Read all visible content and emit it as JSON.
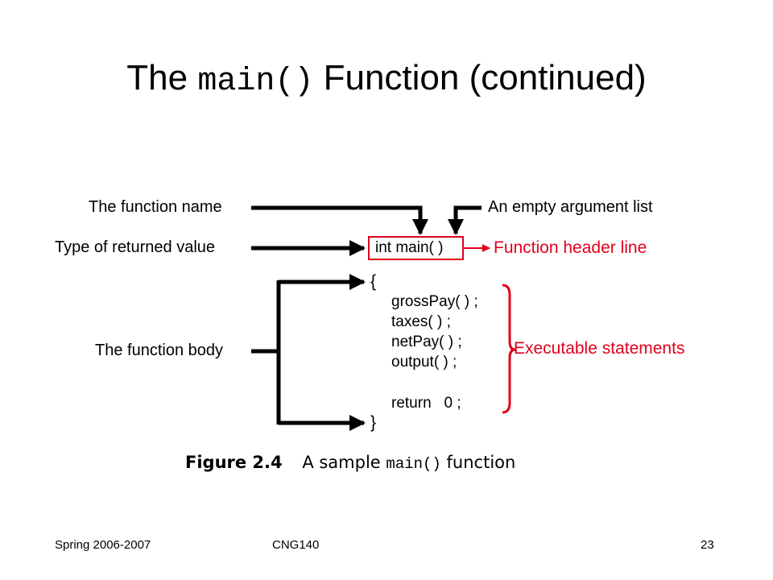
{
  "slide": {
    "title_pre": "The",
    "title_code": "main()",
    "title_post": "Function (continued)"
  },
  "diagram": {
    "labels": {
      "function_name": "The function name",
      "returned_type": "Type of returned value",
      "function_body": "The function body",
      "empty_args": "An empty argument list"
    },
    "code": {
      "header": "int main( )",
      "open_brace": "{",
      "lines": [
        "grossPay( ) ;",
        "taxes( ) ;",
        "netPay( ) ;",
        "output( ) ;"
      ],
      "return_line": "return   0 ;",
      "close_brace": "}"
    },
    "annotations": {
      "header_line": "Function header line",
      "executable": "Executable statements",
      "accent_color": "#e0001b"
    }
  },
  "caption": {
    "figure_label": "Figure 2.4",
    "text_pre": "A sample",
    "text_code": "main()",
    "text_post": "function"
  },
  "footer": {
    "left": "Spring 2006-2007",
    "center": "CNG140",
    "page": "23"
  }
}
